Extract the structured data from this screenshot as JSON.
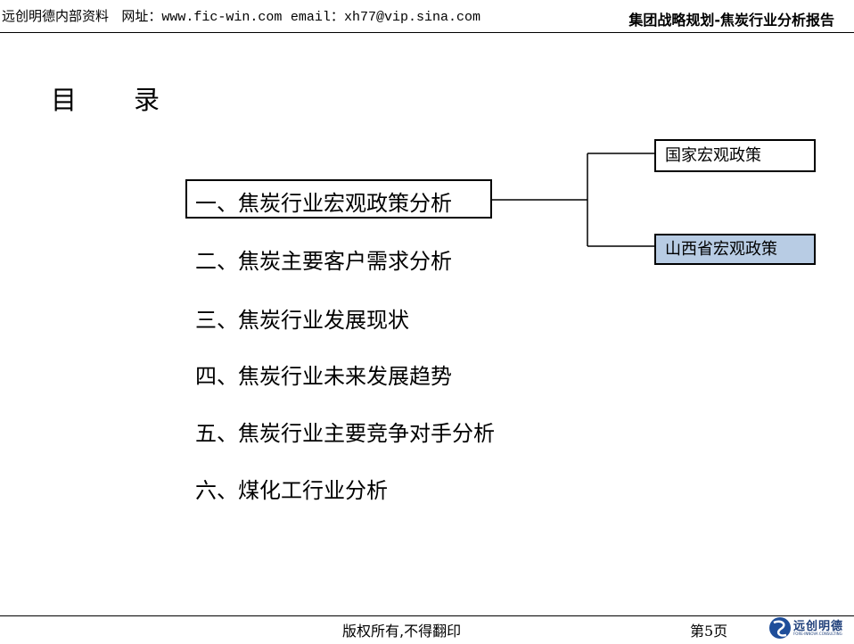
{
  "header": {
    "left_company": "远创明德内部资料",
    "left_site_label": "网址：",
    "left_site": "www.fic-win.com",
    "left_email_label": "email：",
    "left_email": "xh77@vip.sina.com",
    "right_title": "集团战略规划-焦炭行业分析报告"
  },
  "page": {
    "title_char1": "目",
    "title_char2": "录"
  },
  "toc": [
    {
      "label": "一、焦炭行业宏观政策分析",
      "active": true
    },
    {
      "label": "二、焦炭主要客户需求分析"
    },
    {
      "label": "三、焦炭行业发展现状"
    },
    {
      "label": "四、焦炭行业未来发展趋势"
    },
    {
      "label": "五、焦炭行业主要竞争对手分析"
    },
    {
      "label": "六、煤化工行业分析"
    }
  ],
  "branches": {
    "national": "国家宏观政策",
    "shanxi": "山西省宏观政策",
    "shanxi_fill": "#b8cce4"
  },
  "footer": {
    "copyright": "版权所有,不得翻印",
    "page": "第5页",
    "logo_text": "远创明德",
    "logo_sub": "FORE-INNOVA CONSULTING"
  }
}
